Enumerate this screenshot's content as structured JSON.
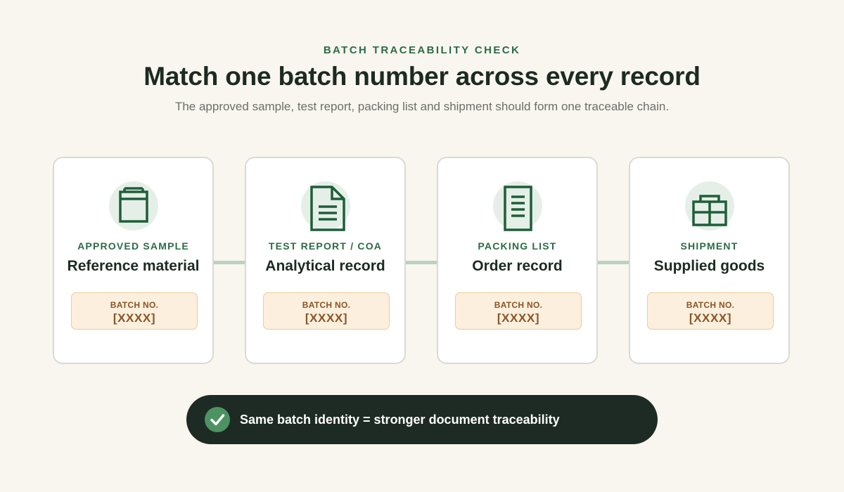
{
  "header": {
    "eyebrow": "BATCH TRACEABILITY CHECK",
    "title": "Match one batch number across every record",
    "subtitle": "The approved sample, test report, packing list and shipment should form one traceable chain."
  },
  "colors": {
    "accent_green": "#2c6b48",
    "dark_banner": "#1d2b24",
    "batch_fill": "#fdefdd",
    "batch_text": "#8a5424",
    "connector": "#bcd0c2"
  },
  "cards": [
    {
      "icon": "container-icon",
      "stage": "APPROVED SAMPLE",
      "record": "Reference material",
      "batch_label": "BATCH NO.",
      "batch_value": "[XXXX]"
    },
    {
      "icon": "document-icon",
      "stage": "TEST REPORT / COA",
      "record": "Analytical record",
      "batch_label": "BATCH NO.",
      "batch_value": "[XXXX]"
    },
    {
      "icon": "list-icon",
      "stage": "PACKING LIST",
      "record": "Order record",
      "batch_label": "BATCH NO.",
      "batch_value": "[XXXX]"
    },
    {
      "icon": "box-icon",
      "stage": "SHIPMENT",
      "record": "Supplied goods",
      "batch_label": "BATCH NO.",
      "batch_value": "[XXXX]"
    }
  ],
  "banner": {
    "icon": "check-icon",
    "text": "Same batch identity = stronger document traceability"
  }
}
